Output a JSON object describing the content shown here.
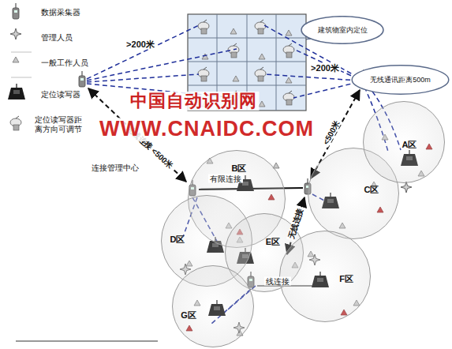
{
  "diagram": {
    "nodes": [
      {
        "text": [
          "建筑物室内定位"
        ]
      },
      {
        "text": [
          "无线通讯距离500m"
        ]
      },
      {
        "text": [
          "B区"
        ]
      },
      {
        "text": [
          "C区"
        ]
      },
      {
        "text": [
          "A区"
        ]
      },
      {
        "text": [
          "D区"
        ]
      },
      {
        "text": [
          "E区"
        ]
      },
      {
        "text": [
          "F区"
        ]
      },
      {
        "text": [
          "G区"
        ]
      }
    ],
    "labels": [
      ">200米",
      ">200米",
      "无线连接 <500米",
      "<500米",
      "连接管理中心",
      "有限连接",
      "无线连接",
      "线连接",
      "中国自动识别网",
      "WWW.CNAIDC.COM"
    ],
    "legend": [
      {
        "text": "数据采集器"
      },
      {
        "text": "管理人员"
      },
      {
        "text": "一般工作人员"
      },
      {
        "text": "定位读写器"
      },
      {
        "text": "定位读写器距离方向可调节"
      }
    ]
  }
}
